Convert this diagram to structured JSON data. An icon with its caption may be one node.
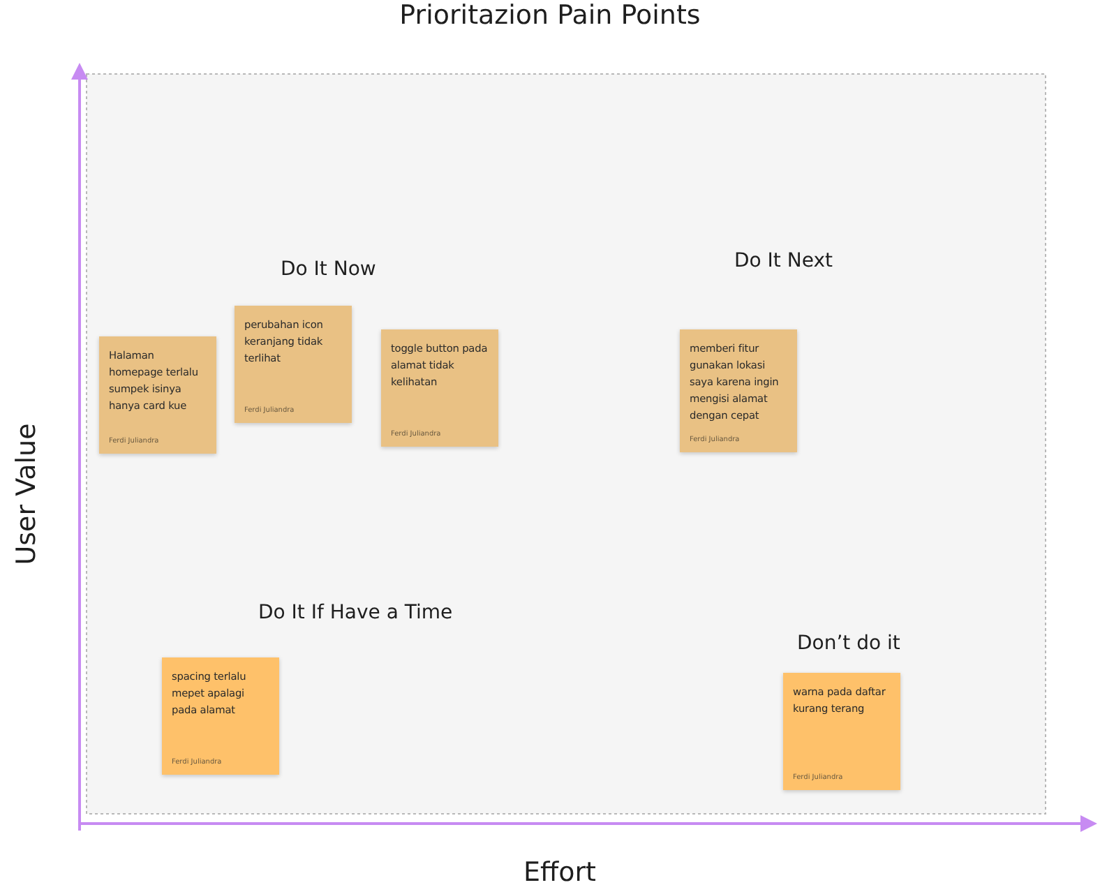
{
  "diagram": {
    "title": "Prioritazion Pain Points",
    "nodes": [
      {
        "text": [
          "Halaman homepage terlalu sumpek isinya hanya card kue",
          "Ferdi Juliandra"
        ]
      },
      {
        "text": [
          "perubahan icon keranjang tidak terlihat",
          "Ferdi Juliandra"
        ]
      },
      {
        "text": [
          "toggle button pada alamat tidak kelihatan",
          "Ferdi Juliandra"
        ]
      },
      {
        "text": [
          "memberi fitur gunakan lokasi saya karena ingin mengisi alamat dengan cepat",
          "Ferdi Juliandra"
        ]
      },
      {
        "text": [
          "spacing terlalu mepet apalagi pada alamat",
          "Ferdi Juliandra"
        ]
      },
      {
        "text": [
          "warna pada daftar kurang terang",
          "Ferdi Juliandra"
        ]
      }
    ],
    "labels": [
      "Do It Now",
      "Do It Next",
      "User Value",
      "Do It If Have a Time",
      "Don’t do it",
      "Effort"
    ]
  }
}
